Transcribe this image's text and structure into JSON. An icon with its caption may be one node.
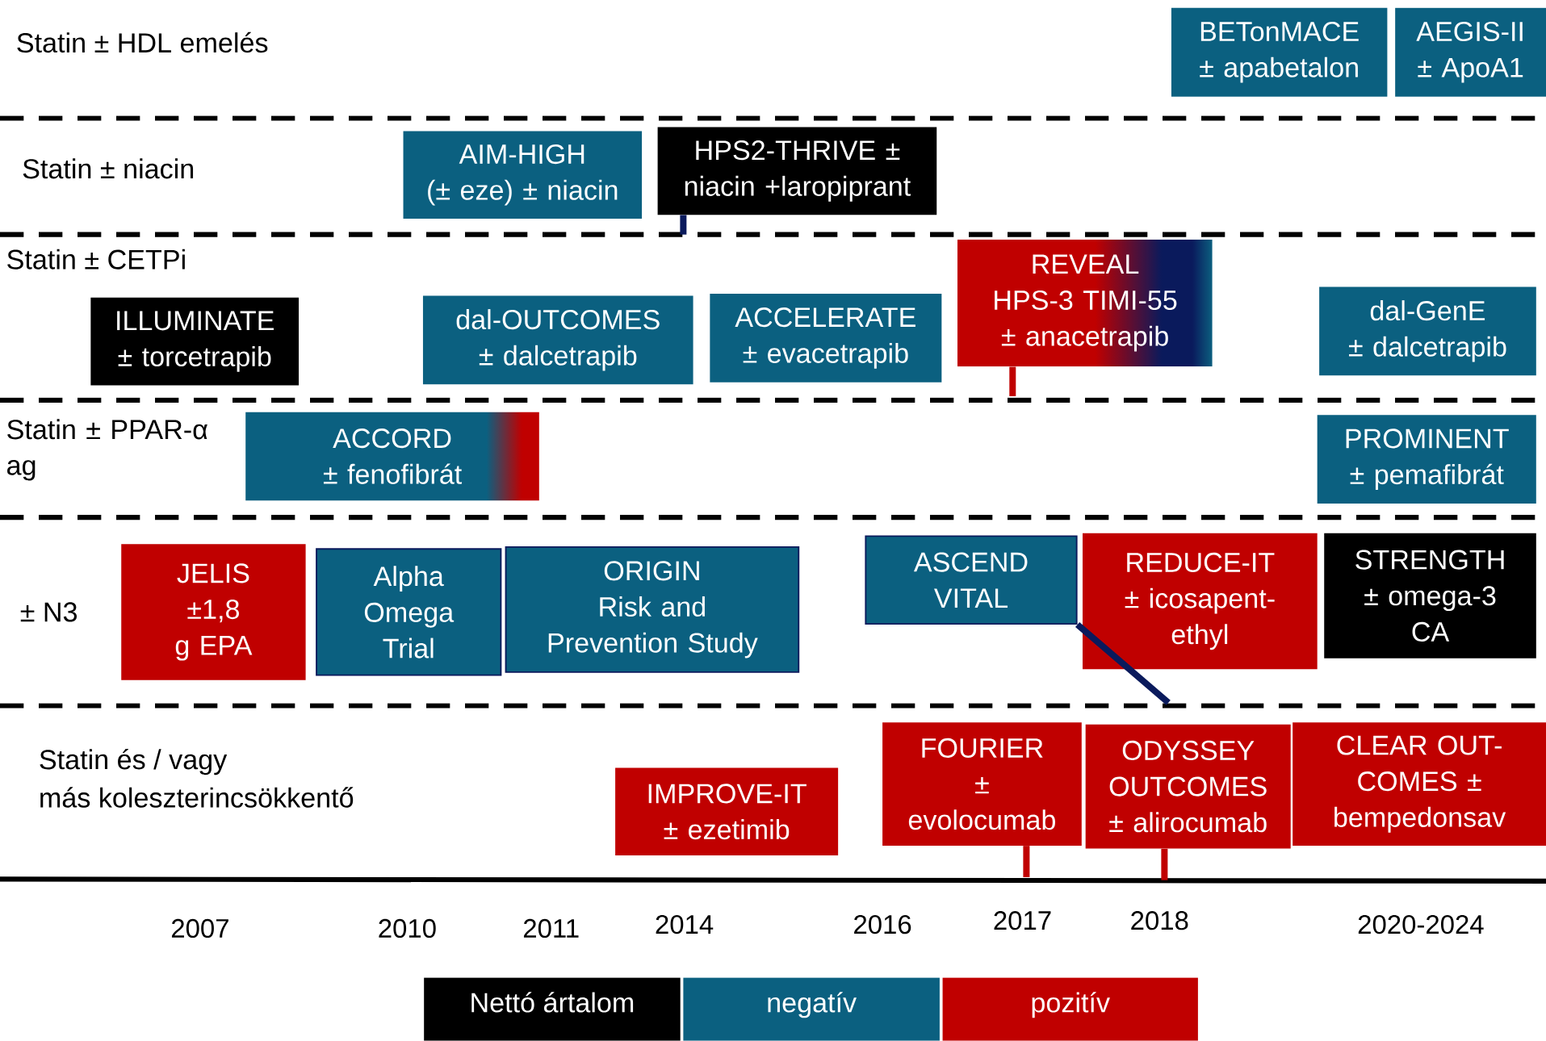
{
  "diagram": {
    "nodes": [
      {
        "text": [
          "BETonMACE",
          "± apabetalon"
        ]
      },
      {
        "text": [
          "AEGIS-II",
          "± ApoA1"
        ]
      },
      {
        "text": [
          "AIM-HIGH",
          "(± eze) ± niacin"
        ]
      },
      {
        "text": [
          "HPS2-THRIVE ± niacin +laropiprant"
        ]
      },
      {
        "text": [
          "ILLUMINATE",
          "± torcetrapib"
        ]
      },
      {
        "text": [
          "dal-OUTCOMES",
          "± dalcetrapib"
        ]
      },
      {
        "text": [
          "ACCELERATE",
          "± evacetrapib"
        ]
      },
      {
        "text": [
          "REVEAL",
          "HPS-3 TIMI-55",
          "± anacetrapib"
        ]
      },
      {
        "text": [
          "dal-GenE",
          "± dalcetrapib"
        ]
      },
      {
        "text": [
          "ACCORD",
          "± fenofibrát"
        ]
      },
      {
        "text": [
          "PROMINENT",
          "± pemafibrát"
        ]
      },
      {
        "text": [
          "JELIS",
          "±1,8 g EPA"
        ]
      },
      {
        "text": [
          "Alpha Omega Trial"
        ]
      },
      {
        "text": [
          "ORIGIN",
          "Risk and Prevention Study"
        ]
      },
      {
        "text": [
          "ASCEND VITAL"
        ]
      },
      {
        "text": [
          "REDUCE-IT",
          "± icosapent-ethyl"
        ]
      },
      {
        "text": [
          "STRENGTH",
          "± omega-3 CA"
        ]
      },
      {
        "text": [
          "IMPROVE-IT",
          "± ezetimib"
        ]
      },
      {
        "text": [
          "FOURIER",
          "± evolocumab"
        ]
      },
      {
        "text": [
          "ODYSSEY OUTCOMES",
          "± alirocumab"
        ]
      },
      {
        "text": [
          "CLEAR OUT- COMES ± bempedonsav"
        ]
      }
    ],
    "edges": [
      {
        "from": 3,
        "to": null,
        "arrow": "none",
        "color": "#0a1a5c"
      },
      {
        "from": 7,
        "to": null,
        "arrow": "none"
      },
      {
        "from": 14,
        "to": null,
        "arrow": "none",
        "color": "#0a1a5c"
      },
      {
        "from": 18,
        "to": null,
        "arrow": "none"
      },
      {
        "from": 19,
        "to": null,
        "arrow": "none"
      }
    ],
    "labels": [
      "Statin ± HDL emelés",
      "Statin ± niacin",
      "Statin ± CETPi",
      "Statin ± PPAR-α ag",
      "± N3",
      "Statin és / vagy",
      "más koleszterincsökkentő",
      "2007",
      "2010",
      "2011",
      "2014",
      "2016",
      "2017",
      "2018",
      "2020-2024"
    ],
    "legend": [
      {
        "text": "Nettó ártalom",
        "color": "#000000"
      },
      {
        "text": "negatív",
        "color": "#0b6080"
      },
      {
        "text": "pozitív",
        "color": "#c00000"
      }
    ]
  }
}
